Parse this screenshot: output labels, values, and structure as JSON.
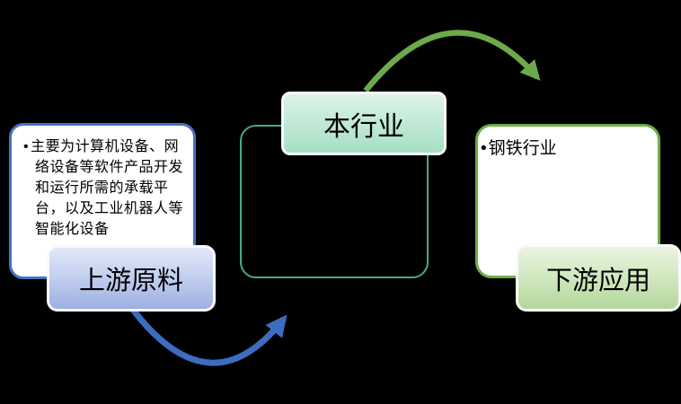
{
  "diagram": {
    "type": "industry-chain-flow",
    "background_color": "#000000"
  },
  "upstream": {
    "bullet": "•",
    "box_text": "主要为计算机设备、网络设备等软件产品开发和运行所需的承载平台，以及工业机器人等智能化设备",
    "label": "上游原料",
    "box_border_color": "#4472c4",
    "label_gradient_top": "#e2e8f8",
    "label_gradient_bottom": "#9db0e3"
  },
  "industry": {
    "label": "本行业",
    "box_border_color": "#44ad85",
    "label_gradient_top": "#ddf2e8",
    "label_gradient_bottom": "#a7dfc3"
  },
  "downstream": {
    "bullet": "•",
    "box_text": "钢铁行业",
    "label": "下游应用",
    "box_border_color": "#6fad44",
    "label_gradient_top": "#eaf4e1",
    "label_gradient_bottom": "#b3d79b"
  },
  "arrows": {
    "upstream_to_industry_color": "#3d6cc0",
    "industry_to_downstream_color": "#6caa4b"
  }
}
